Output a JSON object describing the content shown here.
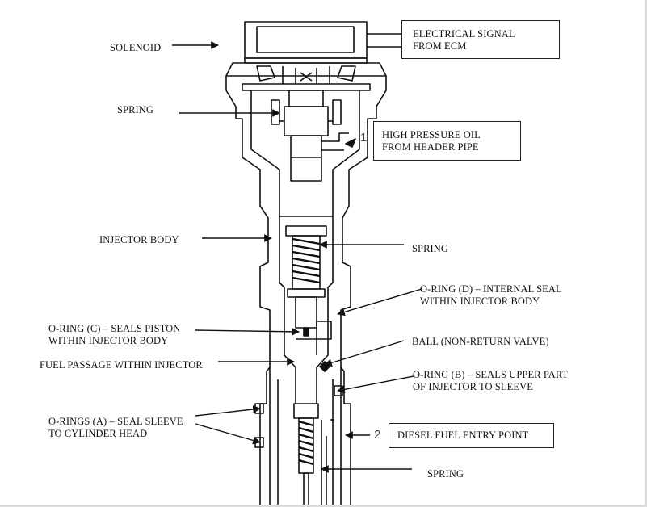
{
  "labels": {
    "solenoid": "SOLENOID",
    "electrical_signal": "ELECTRICAL SIGNAL\nFROM ECM",
    "spring_top": "SPRING",
    "high_pressure_oil": "HIGH PRESSURE OIL\nFROM HEADER PIPE",
    "injector_body": "INJECTOR BODY",
    "spring_mid": "SPRING",
    "oring_d": "O-RING (D) – INTERNAL SEAL\nWITHIN INJECTOR BODY",
    "oring_c": "O-RING (C) – SEALS PISTON\nWITHIN INJECTOR BODY",
    "ball_valve": "BALL (NON-RETURN VALVE)",
    "fuel_passage": "FUEL PASSAGE WITHIN INJECTOR",
    "oring_b": "O-RING (B) – SEALS UPPER PART\nOF INJECTOR TO SLEEVE",
    "orings_a": "O-RINGS (A) – SEAL SLEEVE\nTO CYLINDER HEAD",
    "diesel_entry": "DIESEL FUEL ENTRY POINT",
    "spring_bottom": "SPRING"
  },
  "callouts": {
    "one": "1",
    "two": "2"
  },
  "colors": {
    "line": "#111111",
    "frame": "#dcdcdc",
    "background": "#ffffff"
  }
}
